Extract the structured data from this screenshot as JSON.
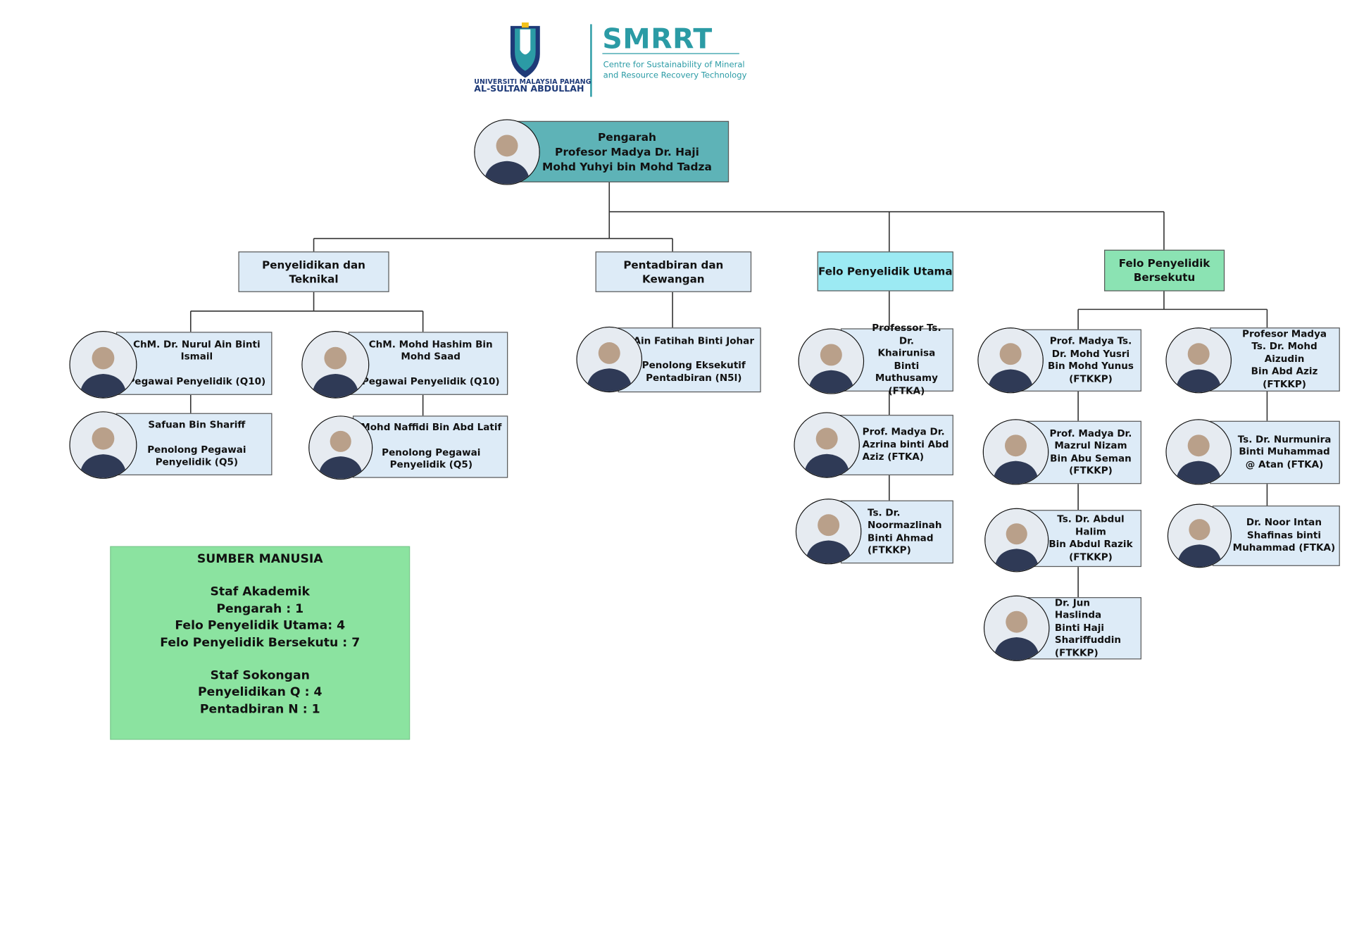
{
  "logo": {
    "university_line1": "UNIVERSITI MALAYSIA PAHANG",
    "university_line2": "AL-SULTAN ABDULLAH",
    "acronym": "SMRRT",
    "tagline_line1": "Centre for Sustainability of Mineral",
    "tagline_line2": "and Resource Recovery Technology",
    "primary_color": "#2b9ba5",
    "navy_color": "#1e3a78"
  },
  "director": {
    "role": "Pengarah",
    "name_line1": "Profesor Madya Dr. Haji",
    "name_line2": "Mohd Yuhyi bin Mohd Tadza",
    "box_color": "#5eb3b7"
  },
  "departments": {
    "research_technical": [
      "Penyelidikan dan",
      "Teknikal"
    ],
    "admin_finance": [
      "Pentadbiran dan",
      "Kewangan"
    ],
    "principal_fellow": [
      "Felo Penyelidik Utama"
    ],
    "associate_fellow": [
      "Felo Penyelidik",
      "Bersekutu"
    ]
  },
  "colors": {
    "box_light_blue": "#ddebf7",
    "principal_fellow": "#9ceaf3",
    "associate_fellow": "#8be3b3",
    "hr_summary": "#8be3a0"
  },
  "staff": {
    "nurul_ain": [
      "ChM. Dr. Nurul Ain Binti",
      "Ismail",
      "",
      "Pegawai Penyelidik (Q10)"
    ],
    "mohd_hashim": [
      "ChM. Mohd Hashim Bin",
      "Mohd Saad",
      "",
      "Pegawai Penyelidik (Q10)"
    ],
    "safuan": [
      "Safuan Bin Shariff",
      "",
      "Penolong Pegawai",
      "Penyelidik (Q5)"
    ],
    "mohd_naffidi": [
      "Mohd Naffidi Bin Abd Latif",
      "",
      "Penolong Pegawai",
      "Penyelidik (Q5)"
    ],
    "ain_fatihah": [
      "Ain Fatihah Binti Johar",
      "",
      "Penolong Eksekutif",
      "Pentadbiran (N5l)"
    ],
    "khairunisa": [
      "Professor Ts. Dr.",
      "Khairunisa Binti",
      "Muthusamy",
      "(FTKA)"
    ],
    "azrina": [
      "Prof. Madya Dr.",
      "Azrina binti Abd",
      "Aziz (FTKA)"
    ],
    "noormazlinah": [
      "Ts. Dr.",
      "Noormazlinah",
      "Binti Ahmad",
      "(FTKKP)"
    ],
    "mohd_yusri": [
      "Prof. Madya Ts.",
      "Dr.  Mohd Yusri",
      "Bin Mohd Yunus",
      "(FTKKP)"
    ],
    "mazrul_nizam": [
      "Prof. Madya Dr.",
      "Mazrul Nizam",
      "Bin Abu Seman",
      "(FTKKP)"
    ],
    "abdul_halim": [
      "Ts. Dr. Abdul Halim",
      "Bin Abdul Razik",
      "(FTKKP)"
    ],
    "jun_haslinda": [
      "Dr. Jun Haslinda",
      "Binti Haji",
      "Shariffuddin",
      "(FTKKP)"
    ],
    "mohd_aizudin": [
      "Profesor Madya",
      "Ts. Dr. Mohd Aizudin",
      "Bin Abd Aziz (FTKKP)"
    ],
    "nurmunira": [
      "Ts. Dr. Nurmunira",
      "Binti Muhammad",
      "@ Atan (FTKA)"
    ],
    "noor_intan": [
      "Dr. Noor Intan",
      "Shafinas binti",
      "Muhammad (FTKA)"
    ]
  },
  "hr_summary": {
    "title": "SUMBER MANUSIA",
    "academic_heading": "Staf Akademik",
    "academic_lines": [
      "Pengarah : 1",
      "Felo Penyelidik Utama: 4",
      "Felo Penyelidik Bersekutu : 7"
    ],
    "support_heading": "Staf Sokongan",
    "support_lines": [
      "Penyelidikan Q : 4",
      "Pentadbiran N : 1"
    ]
  }
}
